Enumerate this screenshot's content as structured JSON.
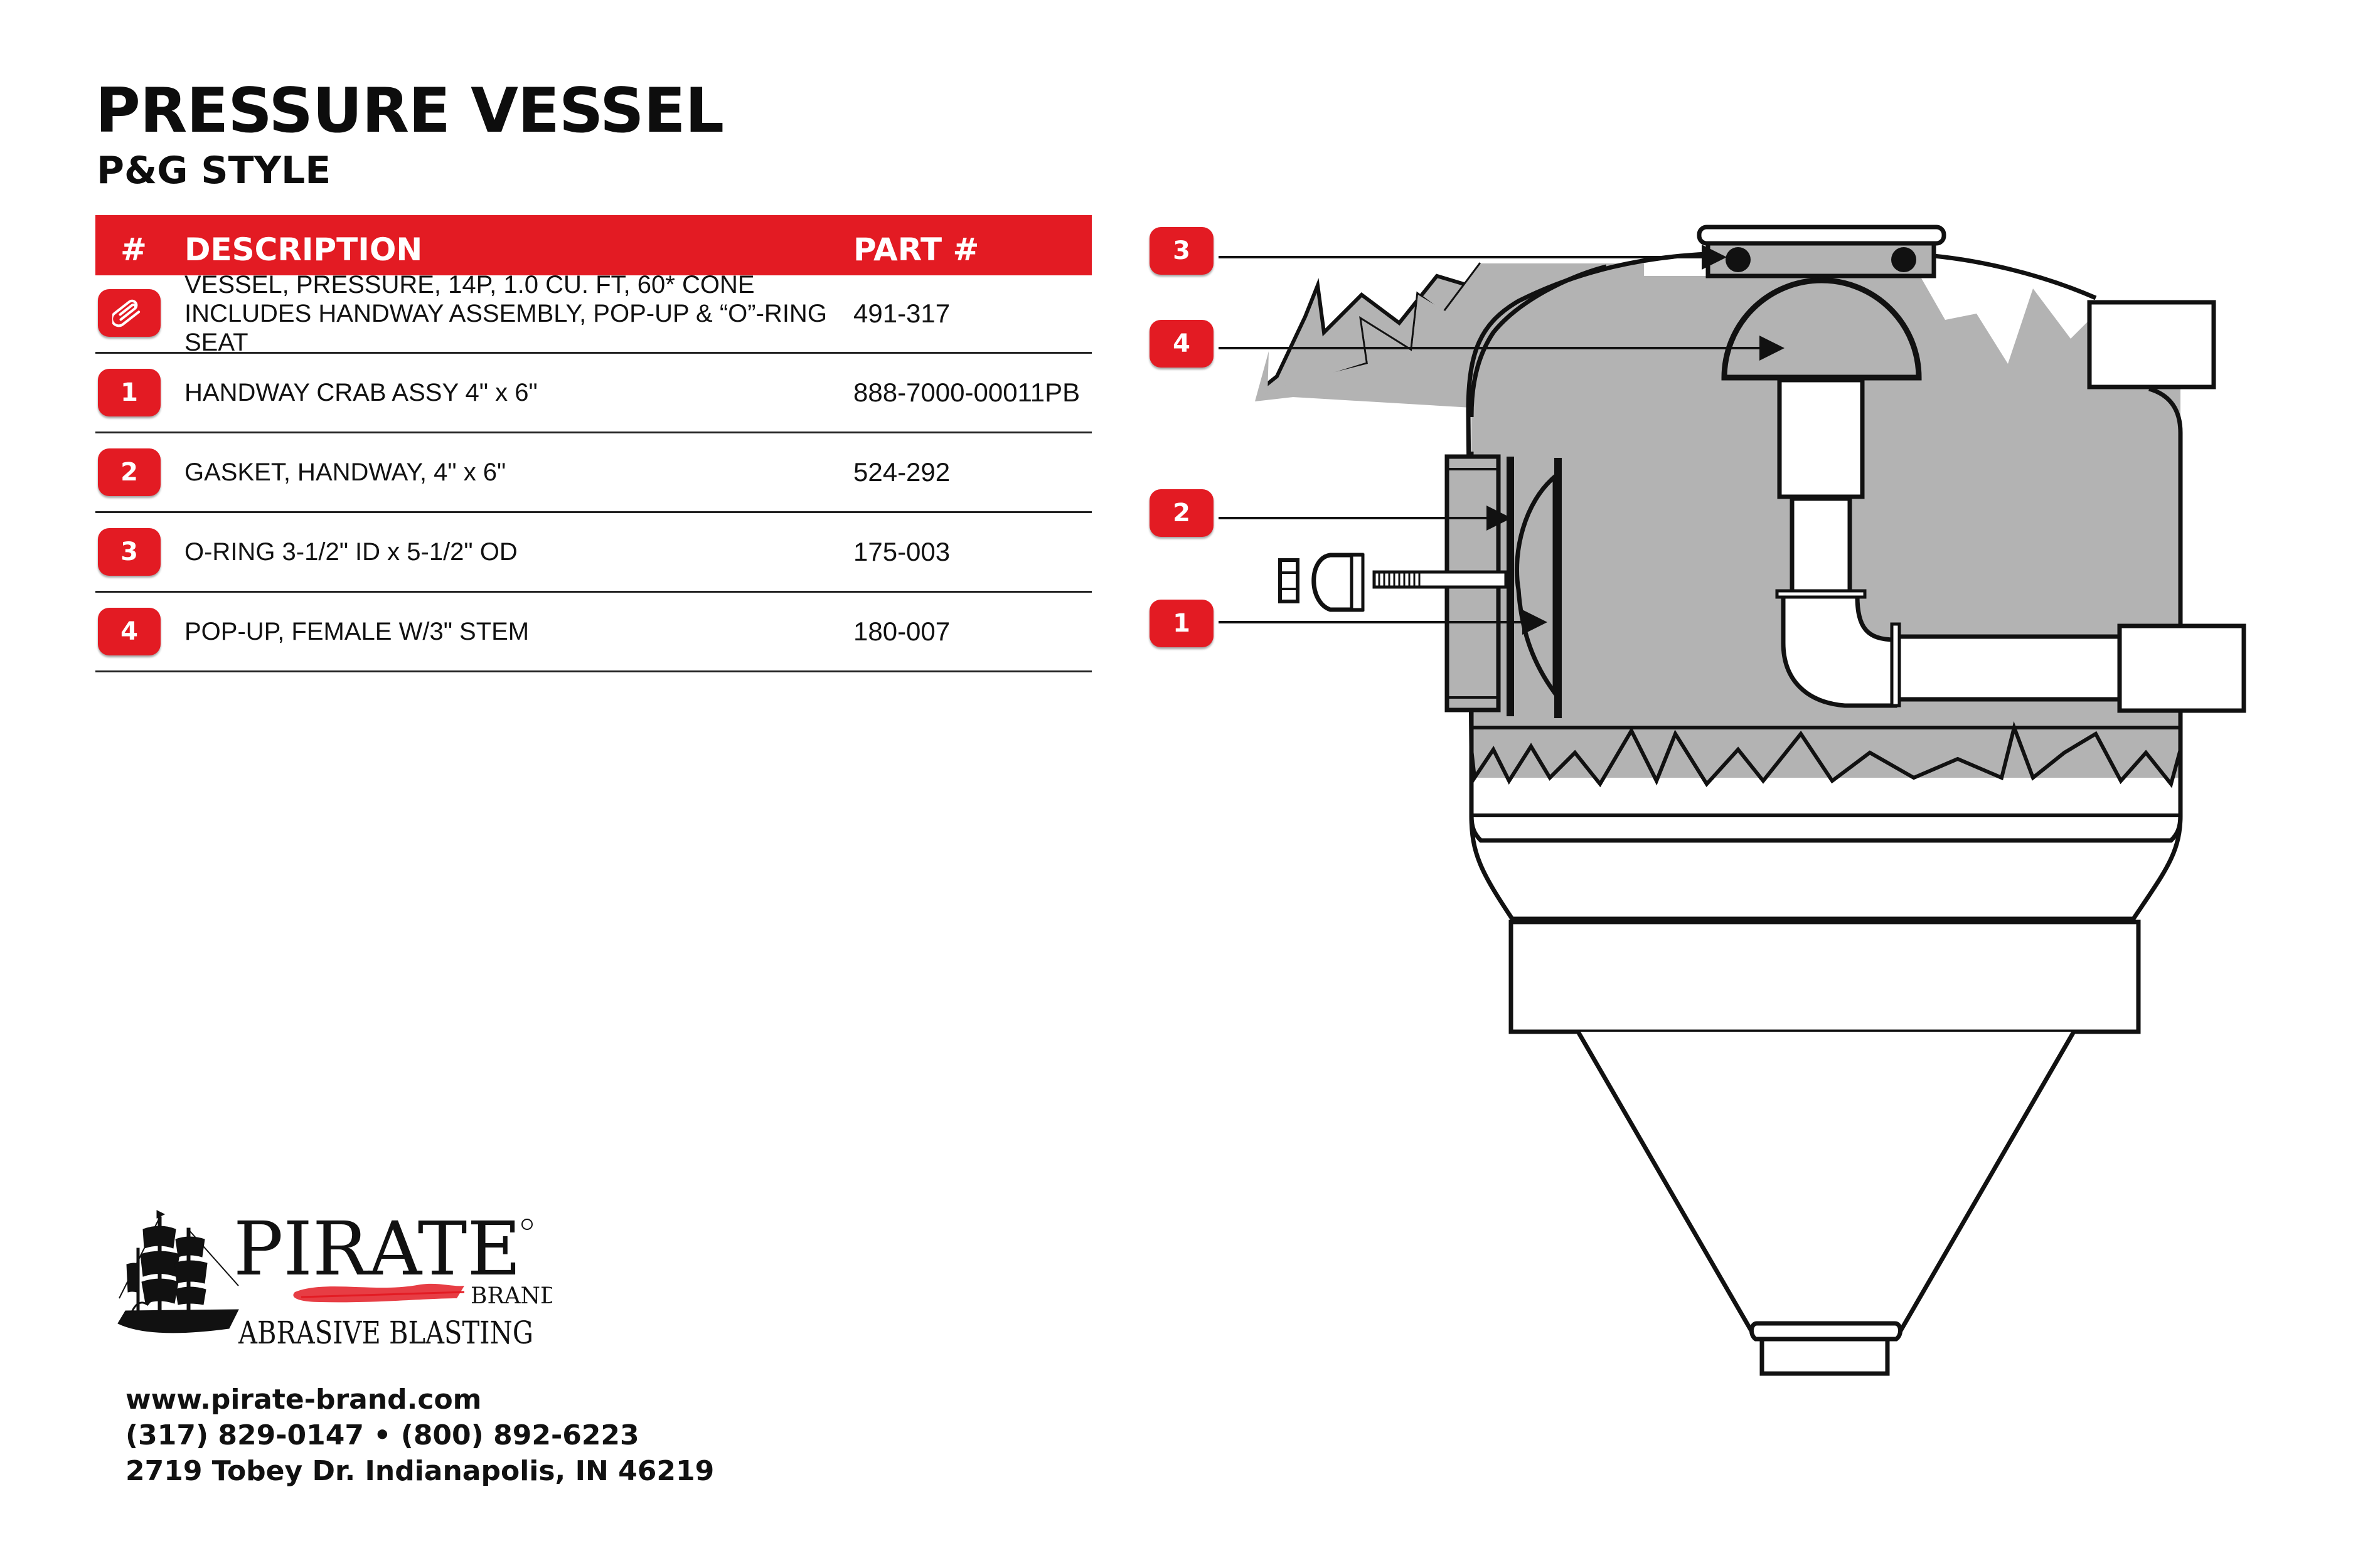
{
  "header": {
    "title": "PRESSURE VESSEL",
    "subtitle": "P&G STYLE"
  },
  "table": {
    "columns": [
      "#",
      "DESCRIPTION",
      "PART #"
    ],
    "rows": [
      {
        "num": "",
        "icon": "paperclip-icon",
        "description": "VESSEL, PRESSURE, 14P, 1.0 CU. FT, 60* CONE INCLUDES HANDWAY ASSEMBLY, POP-UP & “O”-RING SEAT",
        "part": "491-317"
      },
      {
        "num": "1",
        "description": "HANDWAY CRAB ASSY 4\" x 6\"",
        "part": "888-7000-00011PB"
      },
      {
        "num": "2",
        "description": "GASKET, HANDWAY, 4\" x 6\"",
        "part": "524-292"
      },
      {
        "num": "3",
        "description": "O-RING 3-1/2\" ID x 5-1/2\" OD",
        "part": "175-003"
      },
      {
        "num": "4",
        "description": "POP-UP, FEMALE W/3\" STEM",
        "part": "180-007"
      }
    ]
  },
  "callouts": [
    "3",
    "4",
    "2",
    "1"
  ],
  "logo": {
    "word": "PIRATE",
    "brand": "BRAND",
    "tagline": "ABRASIVE BLASTING",
    "icon": "pirate-ship-icon"
  },
  "contact": {
    "website": "www.pirate-brand.com",
    "phones": "(317) 829-0147 • (800) 892-6223",
    "address": "2719 Tobey Dr. Indianapolis, IN 46219"
  },
  "colors": {
    "accent": "#e31b23",
    "fill": "#b3b3b3",
    "line": "#111111"
  }
}
